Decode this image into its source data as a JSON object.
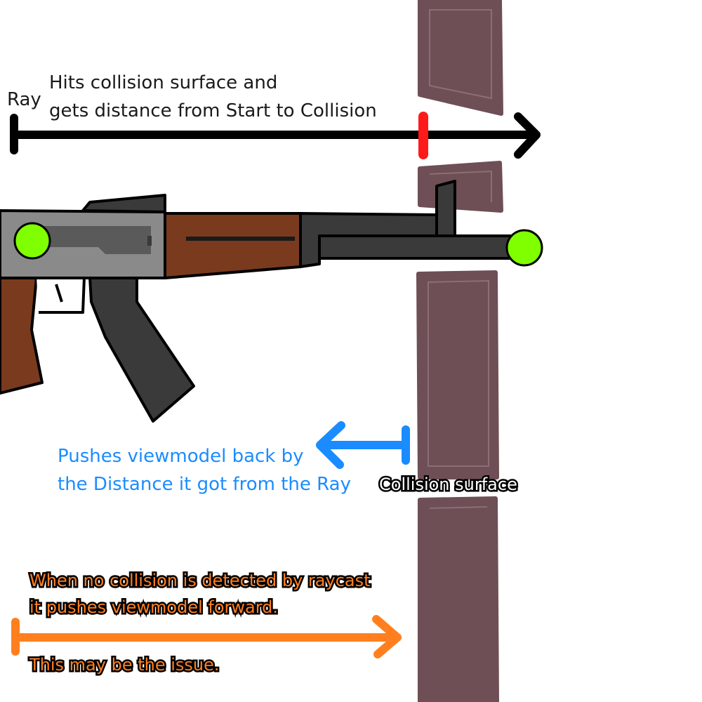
{
  "ray": {
    "label": "Ray",
    "caption_line1": "Hits collision surface and",
    "caption_line2": "gets distance from Start to Collision"
  },
  "pushback": {
    "line1": "Pushes viewmodel back by",
    "line2": "the Distance it got from  the Ray"
  },
  "surface": {
    "label": "Collision surface"
  },
  "no_collision": {
    "line1": "When no collision is detected by raycast",
    "line2": "it pushes viewmodel forward.",
    "line3": "This may be the issue."
  },
  "colors": {
    "ray_arrow": "#000000",
    "hit_marker": "#ff1a1a",
    "pushback_arrow": "#1a8cff",
    "forward_arrow": "#ff7f1f",
    "wall": "#6e4f55",
    "endpoint": "#7fff00",
    "stock_wood": "#7a3a1e",
    "receiver": "#8a8a8a",
    "metal_dark": "#3a3a3a"
  }
}
